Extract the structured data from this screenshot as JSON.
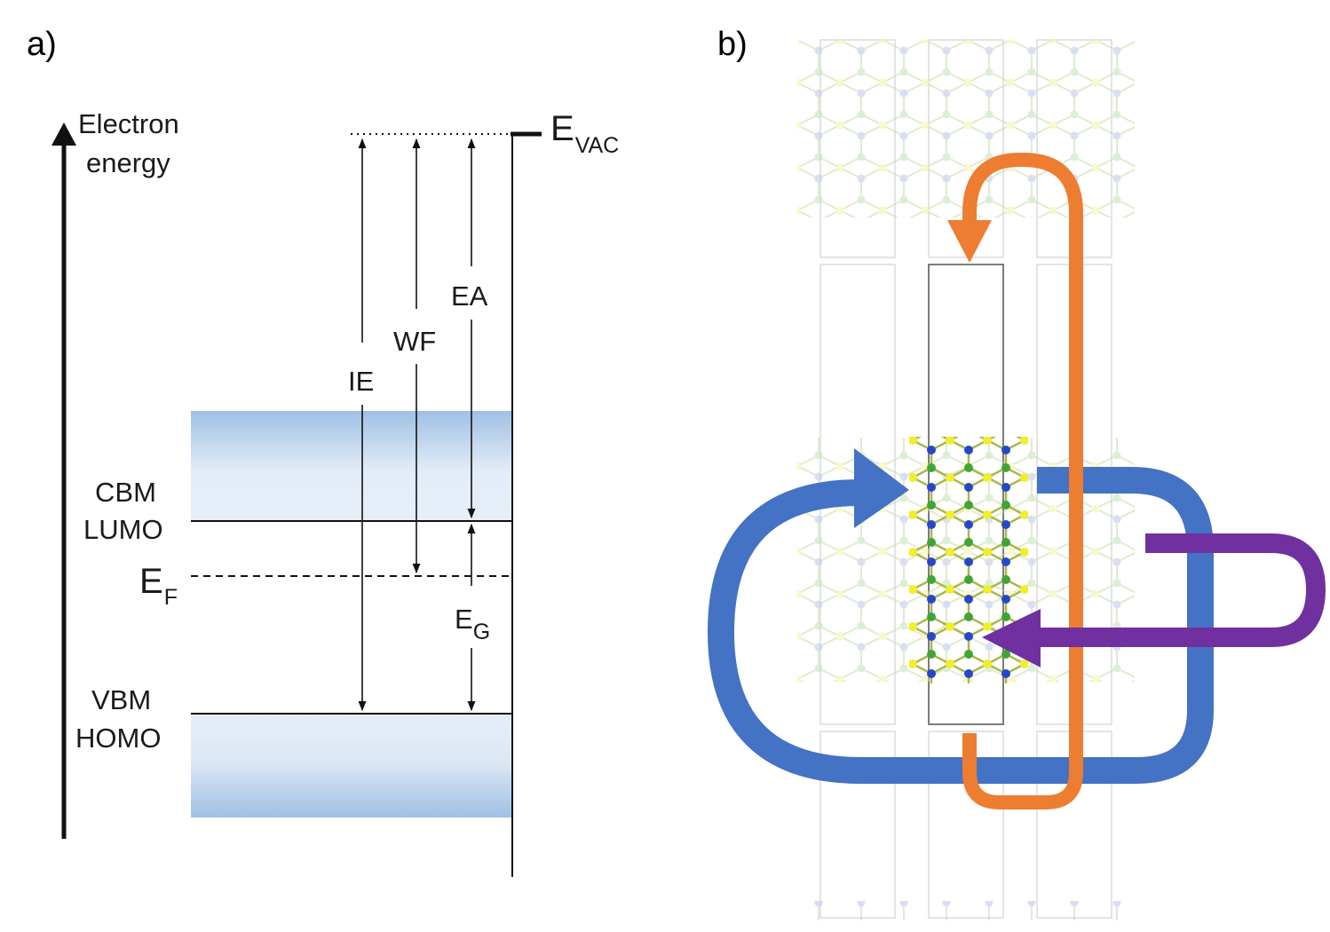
{
  "panel_a": {
    "panel_label": "a)",
    "axis_label_line1": "Electron",
    "axis_label_line2": "energy",
    "evac": {
      "base": "E",
      "sub": "VAC"
    },
    "ef": {
      "base": "E",
      "sub": "F"
    },
    "eg": {
      "base": "E",
      "sub": "G"
    },
    "ie": "IE",
    "wf": "WF",
    "ea": "EA",
    "cbm": "CBM",
    "lumo": "LUMO",
    "vbm": "VBM",
    "homo": "HOMO",
    "colors": {
      "band": "#9fc0e4",
      "band_light": "#e6eef8",
      "line": "#111111"
    }
  },
  "panel_b": {
    "panel_label": "b)",
    "colors": {
      "blue_arrow": "#4472c4",
      "orange_arrow": "#ed7d31",
      "purple_arrow": "#7030a0",
      "atom_yellow": "#f2ee2a",
      "atom_blue": "#2747c9",
      "atom_green": "#3fa535",
      "bond": "#b7c6a0"
    }
  }
}
